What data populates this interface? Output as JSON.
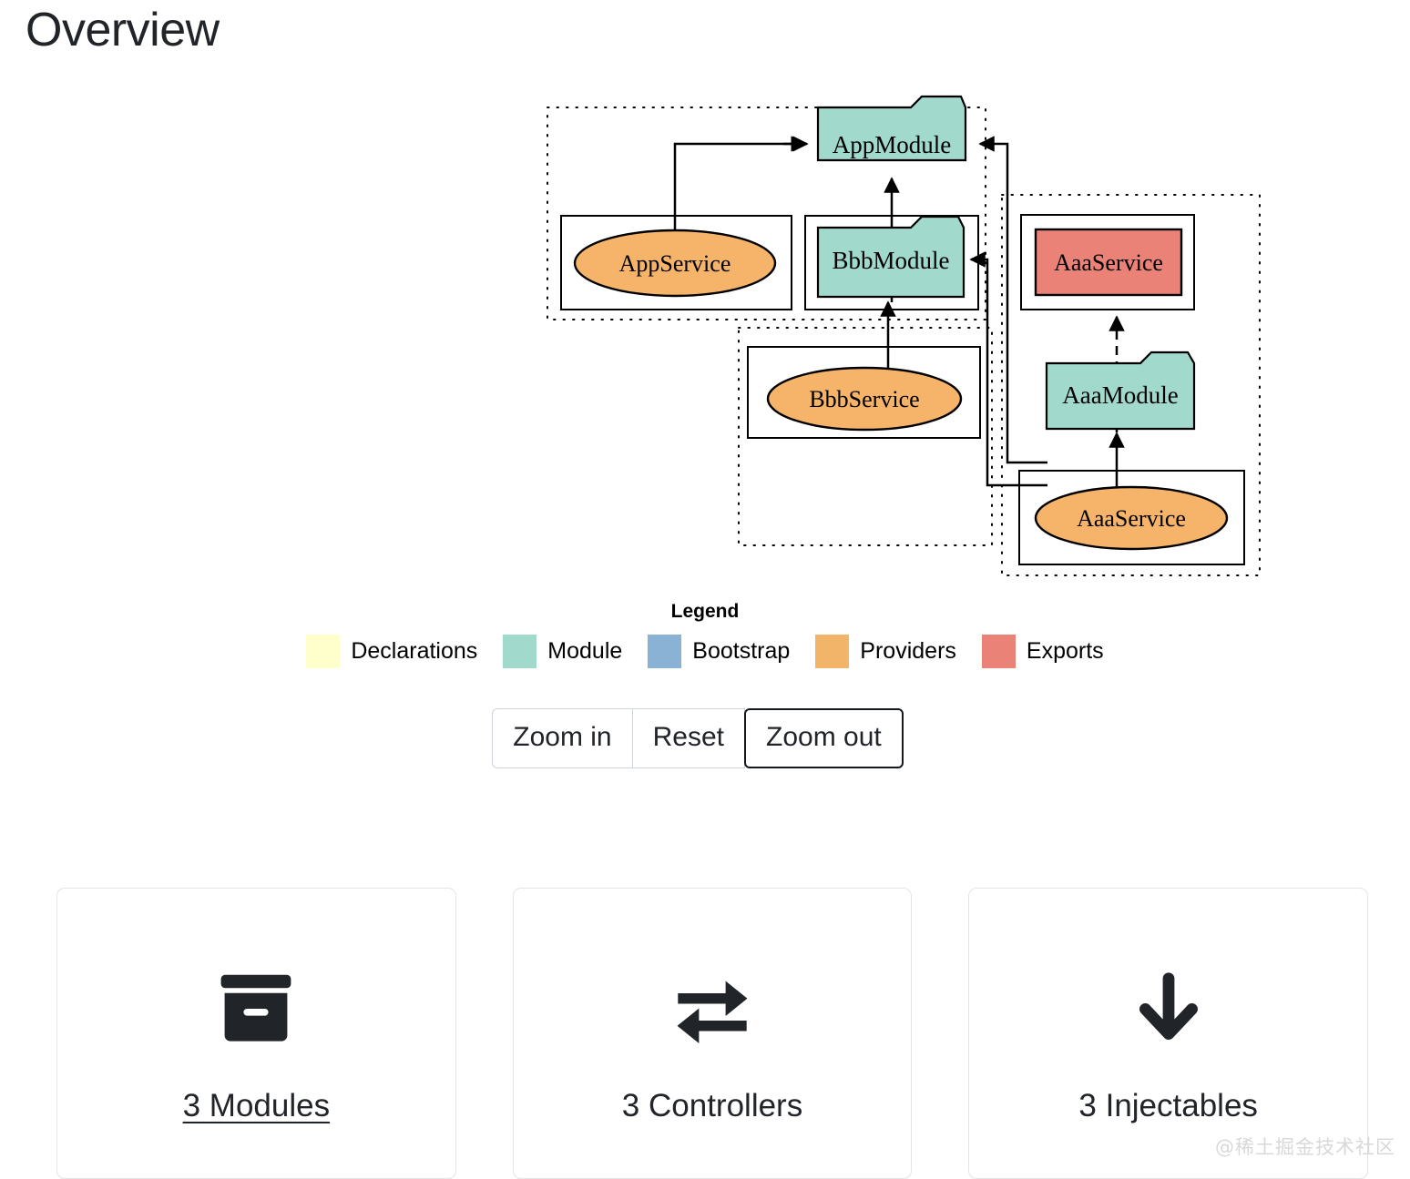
{
  "page": {
    "title": "Overview",
    "watermark": "@稀土掘金技术社区"
  },
  "diagram": {
    "type": "module-dependency-graph",
    "clusters": [
      {
        "id": "cluster-app",
        "label": ""
      },
      {
        "id": "cluster-bbb",
        "label": ""
      },
      {
        "id": "cluster-aaa",
        "label": ""
      }
    ],
    "nodes": [
      {
        "id": "AppModule",
        "label": "AppModule",
        "shape": "folder",
        "role": "module",
        "color": "#a2d9cd"
      },
      {
        "id": "BbbModule",
        "label": "BbbModule",
        "shape": "folder",
        "role": "module",
        "color": "#a2d9cd"
      },
      {
        "id": "AaaModule",
        "label": "AaaModule",
        "shape": "folder",
        "role": "module",
        "color": "#a2d9cd"
      },
      {
        "id": "AppService",
        "label": "AppService",
        "shape": "ellipse",
        "role": "provider",
        "color": "#f5b46a"
      },
      {
        "id": "BbbService",
        "label": "BbbService",
        "shape": "ellipse",
        "role": "provider",
        "color": "#f5b46a"
      },
      {
        "id": "AaaServiceProvider",
        "label": "AaaService",
        "shape": "ellipse",
        "role": "provider",
        "color": "#f5b46a"
      },
      {
        "id": "AaaServiceExport",
        "label": "AaaService",
        "shape": "rectangle",
        "role": "export",
        "color": "#ea8277"
      }
    ],
    "edges": [
      {
        "from": "AppService",
        "to": "AppModule",
        "style": "solid"
      },
      {
        "from": "BbbModule",
        "to": "AppModule",
        "style": "solid"
      },
      {
        "from": "AaaModule",
        "to": "AppModule",
        "style": "solid"
      },
      {
        "from": "BbbService",
        "to": "BbbModule",
        "style": "solid"
      },
      {
        "from": "AaaModule",
        "to": "BbbModule",
        "style": "solid"
      },
      {
        "from": "AaaModule",
        "to": "AaaServiceExport",
        "style": "dashed"
      },
      {
        "from": "AaaServiceProvider",
        "to": "AaaModule",
        "style": "solid"
      }
    ]
  },
  "legend": {
    "title": "Legend",
    "items": [
      {
        "label": "Declarations",
        "color": "#ffffcc"
      },
      {
        "label": "Module",
        "color": "#a2d9cd"
      },
      {
        "label": "Bootstrap",
        "color": "#8ab2d4"
      },
      {
        "label": "Providers",
        "color": "#f2b469"
      },
      {
        "label": "Exports",
        "color": "#ea8277"
      }
    ]
  },
  "zoom_controls": {
    "zoom_in": "Zoom in",
    "reset": "Reset",
    "zoom_out": "Zoom out",
    "focused": "Zoom out"
  },
  "cards": [
    {
      "icon": "archive-icon",
      "label": "3 Modules",
      "underlined": true
    },
    {
      "icon": "swap-arrows-icon",
      "label": "3 Controllers",
      "underlined": false
    },
    {
      "icon": "arrow-down-icon",
      "label": "3 Injectables",
      "underlined": false
    }
  ]
}
